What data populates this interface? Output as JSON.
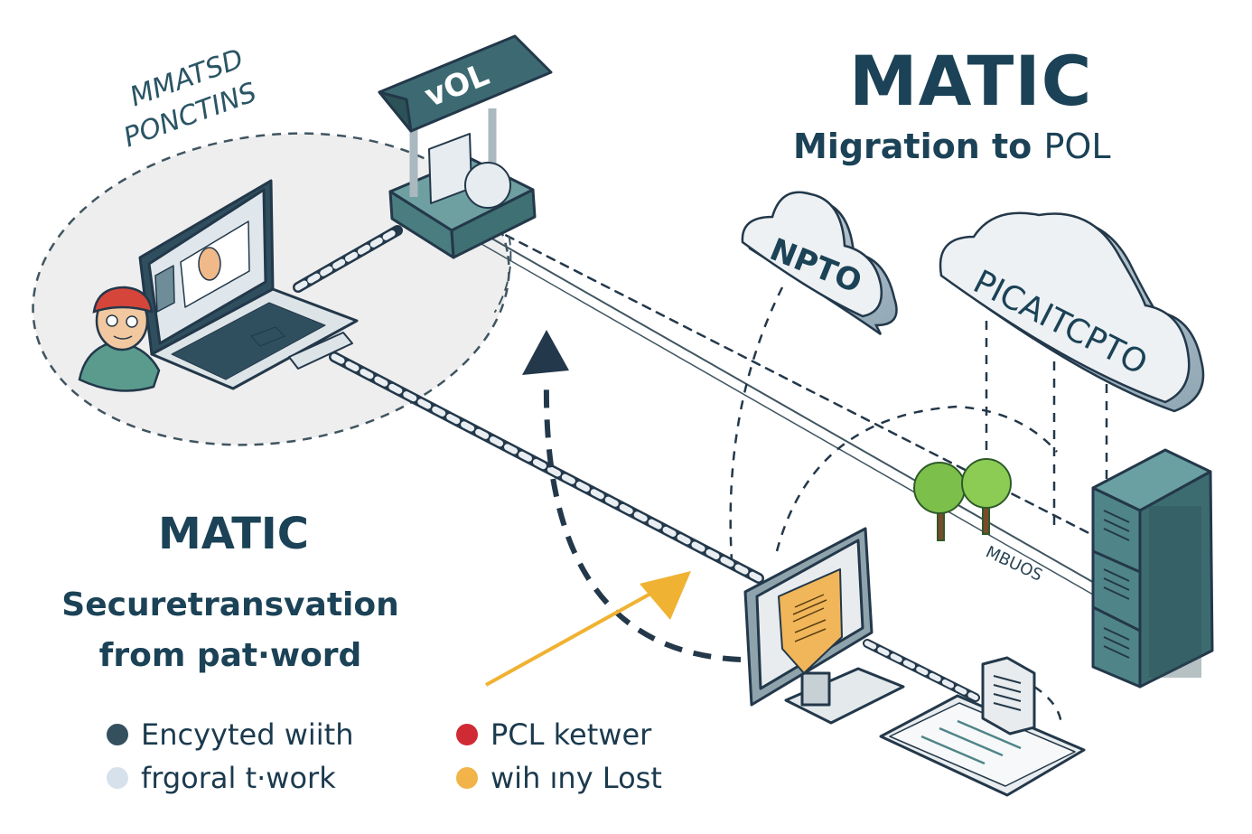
{
  "header": {
    "title": "MATIC",
    "subtitle_bold": "Migration to",
    "subtitle_light": "POL"
  },
  "left_panel": {
    "title": "MATIC",
    "subtitle": "Securetransvation from pat·word"
  },
  "zone_label": {
    "line1": "MMATSD",
    "line2": "PONCTINS"
  },
  "kiosk": {
    "roof_label": "vOL"
  },
  "clouds": [
    {
      "label": "NPTO"
    },
    {
      "label": "PICAITCPTO"
    }
  ],
  "link_label": "MBUOS",
  "legend": [
    {
      "label": "Encyyted wiith",
      "color": "#34505f"
    },
    {
      "label": "frgoral t·work",
      "color": "#d6e1ec"
    },
    {
      "label": "PCL ketwer",
      "color": "#d02a35"
    },
    {
      "label": "wih ıny Lost",
      "color": "#f2b448"
    }
  ],
  "colors": {
    "primary_text": "#1b4256",
    "teal": "#4f8589",
    "teal_dark": "#2f5f66",
    "arrow_yellow": "#f0b232",
    "line_dark": "#23384a",
    "cap_red": "#d6453a"
  }
}
